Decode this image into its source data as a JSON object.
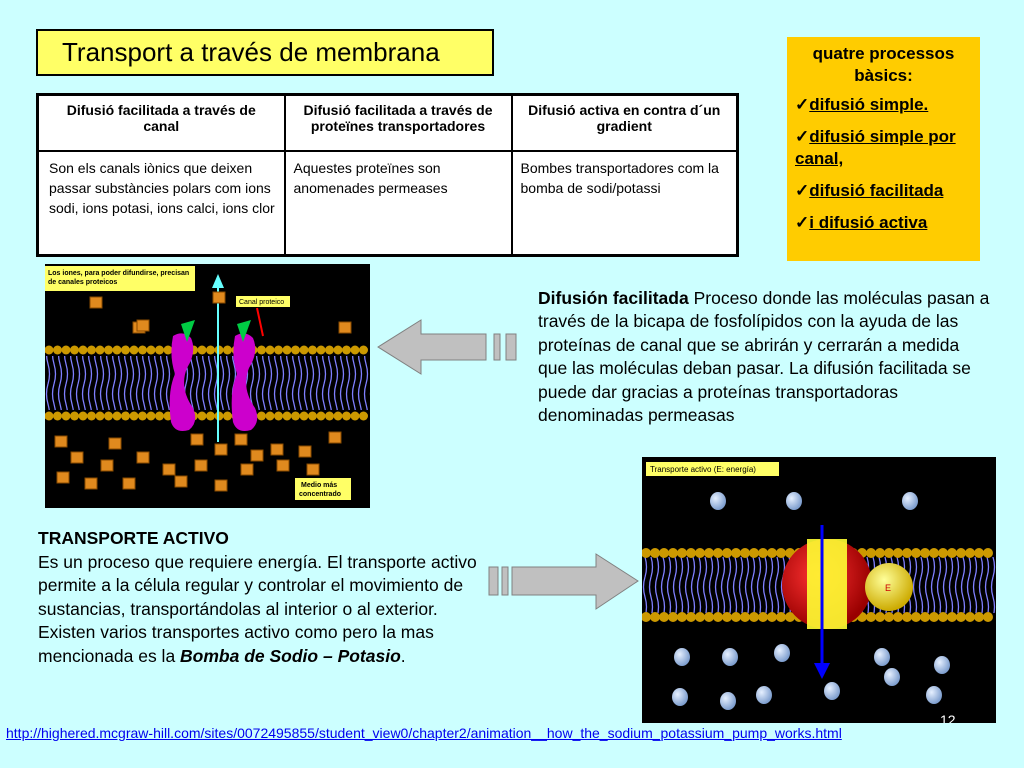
{
  "title": "Transport a través de membrana",
  "table": {
    "headers": [
      "Difusió facilitada a  través de canal",
      "Difusió facilitada a través de proteïnes transportadores",
      "Difusió activa en contra d´un gradient"
    ],
    "cells": [
      "Son els canals iònics que deixen passar substàncies polars com ions sodi, ions potasi, ions calci, ions clor",
      "Aquestes proteïnes son anomenades permeases",
      "Bombes transportadores com la bomba de sodi/potassi"
    ]
  },
  "processes": {
    "heading": "quatre processos bàsics:",
    "items": [
      "difusió simple.",
      "difusió simple por canal,",
      "difusió facilitada",
      "i difusió activa"
    ]
  },
  "facilitated_panel": {
    "caption": "Los iones, para poder difundirse, precisan de canales proteicos",
    "channel_label": "Canal proteico",
    "medium_label": "Medio más concentrado"
  },
  "facilitated_text": {
    "lead": "Difusión facilitada",
    "body": " Proceso donde las moléculas pasan a través de la bicapa de fosfolípidos con la ayuda de las proteínas de canal que se abrirán y cerrarán a medida que las moléculas deban pasar. La difusión facilitada se puede dar gracias a proteínas transportadoras denominadas permeasas"
  },
  "active_panel": {
    "caption": "Transporte activo (E: energía)",
    "energy_label": "E",
    "page_fragment": "12"
  },
  "active_text": {
    "heading": "TRANSPORTE ACTIVO",
    "body": "Es un proceso que requiere energía. El transporte activo permite a la célula regular y controlar el movimiento de sustancias, transportándolas al interior o al exterior.",
    "body2_prefix": "Existen varios transportes activo como pero la mas mencionada es la ",
    "pump_name": "Bomba de Sodio – Potasio",
    "body2_suffix": "."
  },
  "footer_link": "http://highered.mcgraw-hill.com/sites/0072495855/student_view0/chapter2/animation__how_the_sodium_potassium_pump_works.html",
  "colors": {
    "background": "#ccffff",
    "title_bg": "#ffff66",
    "process_bg": "#ffcc00",
    "arrow_fill": "#c0c0c0",
    "link": "#0000ee"
  }
}
